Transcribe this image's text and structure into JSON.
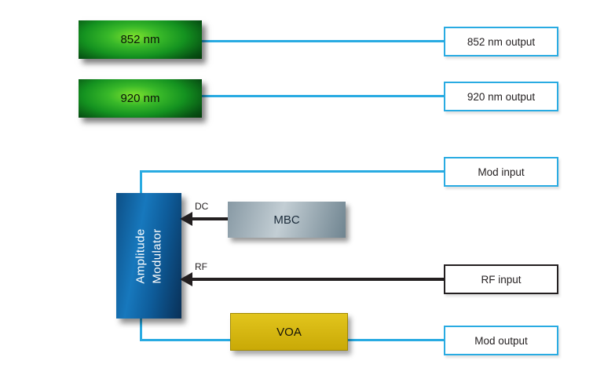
{
  "diagram": {
    "lasers": {
      "laser_852": {
        "label": "852 nm"
      },
      "laser_920": {
        "label": "920 nm"
      }
    },
    "io_boxes": {
      "output_852": {
        "label": "852 nm output"
      },
      "output_920": {
        "label": "920 nm output"
      },
      "mod_input": {
        "label": "Mod input"
      },
      "rf_input": {
        "label": "RF input"
      },
      "mod_output": {
        "label": "Mod output"
      }
    },
    "components": {
      "amplitude_modulator": {
        "line1": "Amplitude",
        "line2": "Modulator"
      },
      "mbc": {
        "label": "MBC"
      },
      "voa": {
        "label": "VOA"
      }
    },
    "wire_labels": {
      "dc": "DC",
      "rf": "RF"
    },
    "colors": {
      "signal_cyan": "#29abe2",
      "wire_black": "#231f20",
      "laser_green": "#2db52d",
      "modulator_blue": "#1778bd",
      "mbc_gray": "#9fb0ba",
      "voa_yellow": "#d8b90f"
    }
  }
}
